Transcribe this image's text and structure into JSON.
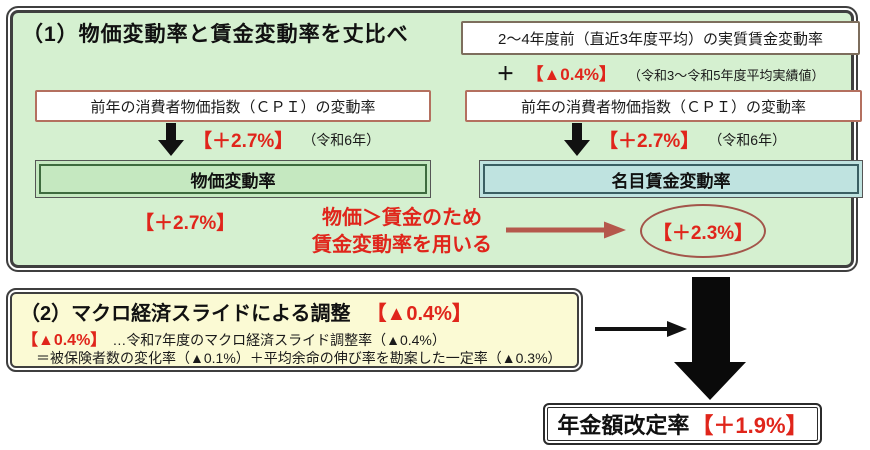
{
  "colors": {
    "panel_green": "#d5f0d0",
    "panel_yellow": "#fbfad4",
    "box_green": "#c5e8c0",
    "box_teal": "#bfe3e0",
    "accent_red": "#e0251b",
    "arrow_dark_red": "#b5584c",
    "cpi_border_brown": "#b4705f",
    "border_dark": "#3f3f3f"
  },
  "section1": {
    "title": "（1）物価変動率と賃金変動率を丈比べ",
    "left": {
      "cpi_box": "前年の消費者物価指数（ＣＰＩ）の変動率",
      "arrow_value": "【＋2.7%】",
      "arrow_note": "（令和6年）",
      "result_box": "物価変動率",
      "result_value": "【＋2.7%】"
    },
    "right": {
      "real_wage_box": "2～4年度前（直近3年度平均）の実質賃金変動率",
      "plus_sign": "＋",
      "plus_value": "【▲0.4%】",
      "plus_note": "（令和3～令和5年度平均実績値）",
      "cpi_box": "前年の消費者物価指数（ＣＰＩ）の変動率",
      "arrow_value": "【＋2.7%】",
      "arrow_note": "（令和6年）",
      "result_box": "名目賃金変動率",
      "circled_value": "【＋2.3%】"
    },
    "comparison": {
      "line1": "物価＞賃金のため",
      "line2": "賃金変動率を用いる"
    }
  },
  "section2": {
    "title": "（2）マクロ経済スライドによる調整",
    "title_value": "【▲0.4%】",
    "line2_value": "【▲0.4%】",
    "line2_text": "…令和7年度のマクロ経済スライド調整率（▲0.4%）",
    "line3_text": "＝被保険者数の変化率（▲0.1%）＋平均余命の伸び率を勘案した一定率（▲0.3%）"
  },
  "result": {
    "label": "年金額改定率",
    "value": "【＋1.9%】"
  }
}
